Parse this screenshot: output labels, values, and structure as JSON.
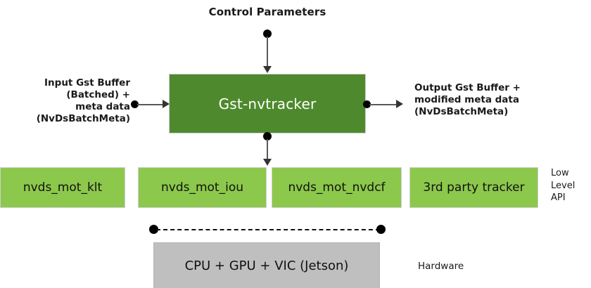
{
  "diagram": {
    "title": "Control Parameters",
    "main_block": {
      "label": "Gst-nvtracker",
      "color": "#4E8A2D"
    },
    "input_label": {
      "line1": "Input Gst Buffer",
      "line2": "(Batched) +",
      "line3": "meta data",
      "line4": "(NvDsBatchMeta)"
    },
    "output_label": {
      "line1": "Output Gst Buffer +",
      "line2": "modified meta data",
      "line3": "(NvDsBatchMeta)"
    },
    "low_level_blocks": [
      {
        "label": "nvds_mot_klt"
      },
      {
        "label": "nvds_mot_iou"
      },
      {
        "label": "nvds_mot_nvdcf"
      },
      {
        "label": "3rd party tracker"
      }
    ],
    "low_level_block_color": "#8CC84B",
    "api_label": {
      "line1": "Low",
      "line2": "Level",
      "line3": "API"
    },
    "hardware_block": {
      "label": "CPU + GPU + VIC (Jetson)",
      "color": "#BFBFBF"
    },
    "hardware_label": "Hardware"
  }
}
